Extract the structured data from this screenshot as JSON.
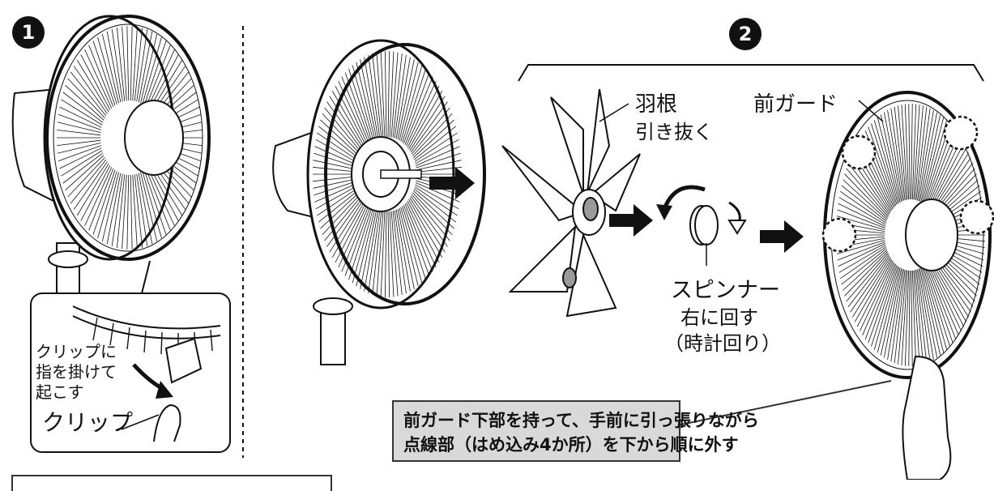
{
  "steps": {
    "step1": "1",
    "step2": "2"
  },
  "labels": {
    "blade": "羽根",
    "blade_action": "引き抜く",
    "front_guard": "前ガード",
    "spinner": "スピンナー",
    "spinner_action": "右に回す",
    "spinner_note": "（時計回り）",
    "clip_instruction": [
      "クリップに",
      "指を掛けて",
      "起こす"
    ],
    "clip": "クリップ"
  },
  "callout": {
    "line1": "前ガード下部を持って、手前に引っ張りながら",
    "line2": "点線部（はめ込み4か所）を下から順に外す"
  },
  "colors": {
    "ink": "#111111",
    "callout_bg": "#d9d9d9",
    "hub_gray": "#9a9a9a"
  }
}
